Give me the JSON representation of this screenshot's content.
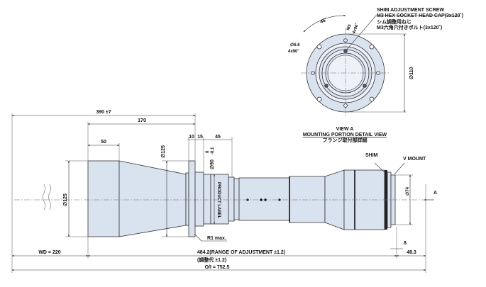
{
  "view_a": {
    "title": "VIEW A",
    "subtitle": "MOUNTING PORTION DETAIL VIEW",
    "subtitle_jp": "フランジ取付部詳細"
  },
  "shim_note": {
    "line1": "SHIM ADJUSTMENT SCREW",
    "line2": "M3 HEX SOCKET HEAD CAP(3x120˚)",
    "line3": "シム調整用ねじ",
    "line4": "M3六角穴付きボルト(3x120˚)"
  },
  "flange_dims": {
    "angle": "45˚",
    "m5": "M5",
    "m5_count": "4x90˚",
    "hole": "∅6.6",
    "hole_count": "4x90˚",
    "diameter": "∅110"
  },
  "dimensions": {
    "overall_front": "390 ±7",
    "d170": "170",
    "d50": "50",
    "d10": "10",
    "d15": "15",
    "d45": "45",
    "front_dia": "∅125",
    "flange_dia": "∅125",
    "pilot_dia": "∅90",
    "pilot_tol_upper": "0",
    "pilot_tol_lower": "-0.1",
    "mount_dia": "∅74",
    "d8": "8",
    "r1": "R1 max.",
    "wd": "WD = 220",
    "adjust": "484.2(RANGE OF ADJUSTMENT ±1.2)",
    "adjust_jp": "(調整代 ±1.2)",
    "d48": "48.3",
    "oi": "O/I = 752.5"
  },
  "labels": {
    "product_label": "PRODUCT LABEL",
    "shim": "SHIM",
    "v_mount": "V MOUNT",
    "arrow_a": "A"
  }
}
